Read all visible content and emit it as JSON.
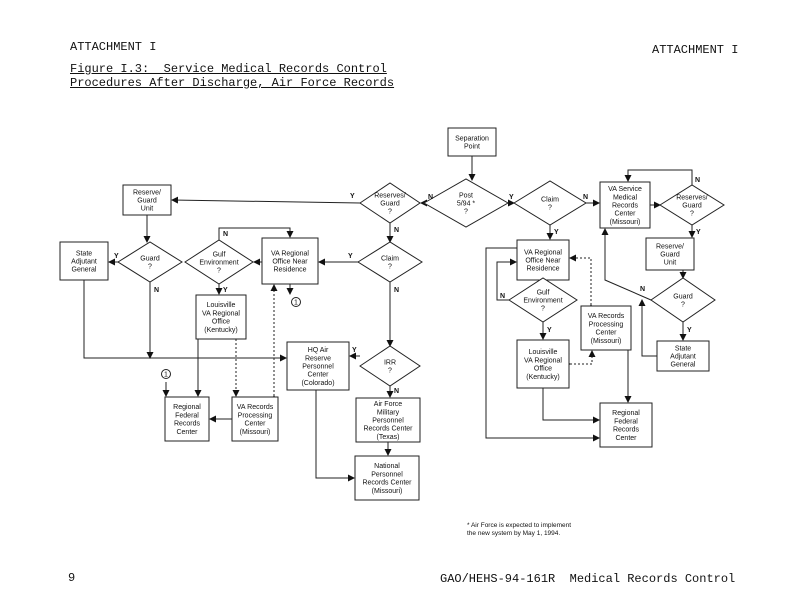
{
  "header": {
    "left": "ATTACHMENT I",
    "right": "ATTACHMENT I",
    "figure_title_line1": "Figure I.3:  Service Medical Records Control",
    "figure_title_line2": "Procedures After Discharge, Air Force Records"
  },
  "footer": {
    "page_number": "9",
    "report_ref": "GAO/HEHS-94-161R  Medical Records Control",
    "footnote_line1": "* Air Force is expected to implement",
    "footnote_line2": "the new system by May 1, 1994."
  },
  "diagram": {
    "connector_label": "1",
    "nodes": [
      {
        "id": "separation",
        "kind": "box",
        "lines": [
          "Separation",
          "Point"
        ]
      },
      {
        "id": "post594",
        "kind": "decision",
        "lines": [
          "Post",
          "5/94 *",
          "?"
        ]
      },
      {
        "id": "l_reserves",
        "kind": "decision",
        "lines": [
          "Reserves/",
          "Guard",
          "?"
        ]
      },
      {
        "id": "l_resunit",
        "kind": "box",
        "lines": [
          "Reserve/",
          "Guard",
          "Unit"
        ]
      },
      {
        "id": "l_guard",
        "kind": "decision",
        "lines": [
          "Guard",
          "?"
        ]
      },
      {
        "id": "l_state",
        "kind": "box",
        "lines": [
          "State",
          "Adjutant",
          "General"
        ]
      },
      {
        "id": "l_gulf",
        "kind": "decision",
        "lines": [
          "Gulf",
          "Environment",
          "?"
        ]
      },
      {
        "id": "l_varo",
        "kind": "box",
        "lines": [
          "VA Regional",
          "Office Near",
          "Residence"
        ]
      },
      {
        "id": "l_claim",
        "kind": "decision",
        "lines": [
          "Claim",
          "?"
        ]
      },
      {
        "id": "l_louis",
        "kind": "box",
        "lines": [
          "Louisville",
          "VA Regional",
          "Office",
          "(Kentucky)"
        ]
      },
      {
        "id": "l_hq",
        "kind": "box",
        "lines": [
          "HQ Air",
          "Reserve",
          "Personnel",
          "Center",
          "(Colorado)"
        ]
      },
      {
        "id": "l_irr",
        "kind": "decision",
        "lines": [
          "IRR",
          "?"
        ]
      },
      {
        "id": "l_rfrc",
        "kind": "box",
        "lines": [
          "Regional",
          "Federal",
          "Records",
          "Center"
        ]
      },
      {
        "id": "l_varpc",
        "kind": "box",
        "lines": [
          "VA Records",
          "Processing",
          "Center",
          "(Missouri)"
        ]
      },
      {
        "id": "l_afmprc",
        "kind": "box",
        "lines": [
          "Air Force",
          "Military",
          "Personnel",
          "Records Center",
          "(Texas)"
        ]
      },
      {
        "id": "l_nprc",
        "kind": "box",
        "lines": [
          "National",
          "Personnel",
          "Records Center",
          "(Missouri)"
        ]
      },
      {
        "id": "r_claim",
        "kind": "decision",
        "lines": [
          "Claim",
          "?"
        ]
      },
      {
        "id": "r_vasmrc",
        "kind": "box",
        "lines": [
          "VA Service",
          "Medical",
          "Records",
          "Center",
          "(Missouri)"
        ]
      },
      {
        "id": "r_reserves",
        "kind": "decision",
        "lines": [
          "Reserves/",
          "Guard",
          "?"
        ]
      },
      {
        "id": "r_varo",
        "kind": "box",
        "lines": [
          "VA Regional",
          "Office Near",
          "Residence"
        ]
      },
      {
        "id": "r_resunit",
        "kind": "box",
        "lines": [
          "Reserve/",
          "Guard",
          "Unit"
        ]
      },
      {
        "id": "r_gulf",
        "kind": "decision",
        "lines": [
          "Gulf",
          "Environment",
          "?"
        ]
      },
      {
        "id": "r_varpc",
        "kind": "box",
        "lines": [
          "VA Records",
          "Processing",
          "Center",
          "(Missouri)"
        ]
      },
      {
        "id": "r_guard",
        "kind": "decision",
        "lines": [
          "Guard",
          "?"
        ]
      },
      {
        "id": "r_louis",
        "kind": "box",
        "lines": [
          "Louisville",
          "VA Regional",
          "Office",
          "(Kentucky)"
        ]
      },
      {
        "id": "r_state",
        "kind": "box",
        "lines": [
          "State",
          "Adjutant",
          "General"
        ]
      },
      {
        "id": "r_rfrc",
        "kind": "box",
        "lines": [
          "Regional",
          "Federal",
          "Records",
          "Center"
        ]
      }
    ],
    "edges": [
      {
        "from": "separation",
        "to": "post594",
        "label": ""
      },
      {
        "from": "post594",
        "to": "l_reserves",
        "label": "N"
      },
      {
        "from": "post594",
        "to": "r_claim",
        "label": "Y"
      },
      {
        "from": "l_reserves",
        "to": "l_resunit",
        "label": "Y"
      },
      {
        "from": "l_reserves",
        "to": "l_claim",
        "label": "N"
      },
      {
        "from": "l_resunit",
        "to": "l_guard",
        "label": ""
      },
      {
        "from": "l_guard",
        "to": "l_state",
        "label": "Y"
      },
      {
        "from": "l_guard",
        "to": "l_hq",
        "label": "N"
      },
      {
        "from": "l_claim",
        "to": "l_varo",
        "label": "Y"
      },
      {
        "from": "l_claim",
        "to": "l_irr",
        "label": "N"
      },
      {
        "from": "l_varo",
        "to": "l_gulf",
        "label": ""
      },
      {
        "from": "l_gulf",
        "to": "l_varo",
        "label": "N"
      },
      {
        "from": "l_gulf",
        "to": "l_louis",
        "label": "Y"
      },
      {
        "from": "l_irr",
        "to": "l_hq",
        "label": "Y"
      },
      {
        "from": "l_irr",
        "to": "l_afmprc",
        "label": "N"
      },
      {
        "from": "l_afmprc",
        "to": "l_nprc",
        "label": ""
      },
      {
        "from": "l_hq",
        "to": "l_nprc",
        "label": ""
      },
      {
        "from": "l_louis",
        "to": "l_rfrc",
        "label": ""
      },
      {
        "from": "l_varpc",
        "to": "l_rfrc",
        "label": ""
      },
      {
        "from": "r_claim",
        "to": "r_vasmrc",
        "label": "N"
      },
      {
        "from": "r_claim",
        "to": "r_varo",
        "label": "Y"
      },
      {
        "from": "r_vasmrc",
        "to": "r_reserves",
        "label": ""
      },
      {
        "from": "r_reserves",
        "to": "r_vasmrc",
        "label": "N"
      },
      {
        "from": "r_reserves",
        "to": "r_resunit",
        "label": "Y"
      },
      {
        "from": "r_resunit",
        "to": "r_guard",
        "label": ""
      },
      {
        "from": "r_guard",
        "to": "r_state",
        "label": "Y"
      },
      {
        "from": "r_guard",
        "to": "r_vasmrc",
        "label": "N"
      },
      {
        "from": "r_varo",
        "to": "r_gulf",
        "label": ""
      },
      {
        "from": "r_gulf",
        "to": "r_varo",
        "label": "N"
      },
      {
        "from": "r_gulf",
        "to": "r_louis",
        "label": "Y"
      },
      {
        "from": "r_louis",
        "to": "r_rfrc",
        "label": ""
      },
      {
        "from": "r_varpc",
        "to": "r_rfrc",
        "label": ""
      },
      {
        "from": "r_varo",
        "to": "r_rfrc",
        "label": ""
      }
    ]
  }
}
